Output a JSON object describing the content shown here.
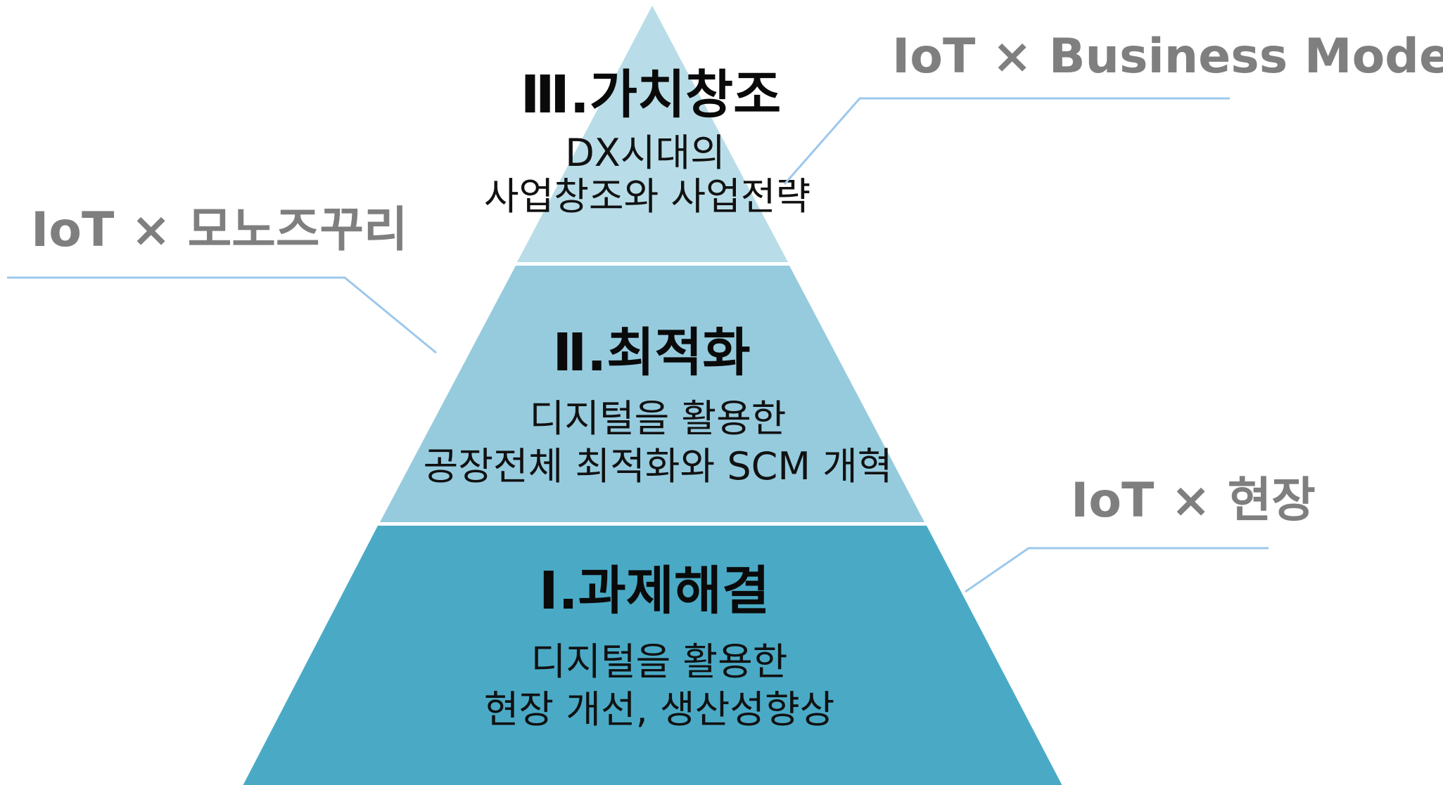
{
  "pyramid": {
    "levels": [
      {
        "id": "top",
        "title": "Ⅲ.가치창조",
        "lines": [
          "DX시대의",
          "사업창조와 사업전략"
        ],
        "color": "#b8dde8"
      },
      {
        "id": "middle",
        "title": "Ⅱ.최적화",
        "lines": [
          "디지털을 활용한",
          "공장전체 최적화와 SCM 개혁"
        ],
        "color": "#96cbde"
      },
      {
        "id": "bottom",
        "title": "Ⅰ.과제해결",
        "lines": [
          "디지털을 활용한",
          "현장 개선, 생산성향상"
        ],
        "color": "#4aaac6"
      }
    ]
  },
  "callouts": {
    "business_model": "IoT × Business Model",
    "monozukuri": "IoT × 모노즈꾸리",
    "genba": "IoT × 현장"
  },
  "colors": {
    "leader_line": "#9dc8ec",
    "callout_text": "#7f7f7f",
    "title_text": "#0a0a0a"
  }
}
